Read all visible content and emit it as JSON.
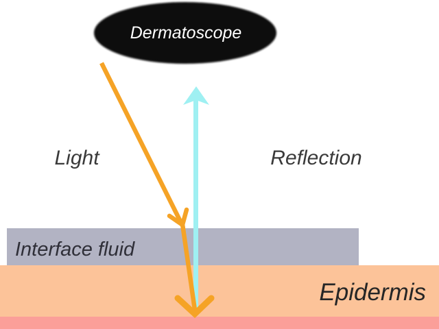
{
  "diagram": {
    "labels": {
      "dermatoscope": "Dermatoscope",
      "light": "Light",
      "reflection": "Reflection",
      "interface_fluid": "Interface fluid",
      "epidermis": "Epidermis"
    },
    "colors": {
      "background": "#FFFFFF",
      "dermatoscope_fill": "#0B0B0B",
      "dermatoscope_text": "#FFFFFF",
      "light_arrow": "#F5A326",
      "reflection_arrow": "#9FF0F2",
      "interface_fluid_band": "#B2B3C3",
      "epidermis_band": "#FCC399",
      "bottom_band": "#FB9F99",
      "light_label_text": "#3A3A3A",
      "reflection_label_text": "#3A3A3A",
      "interface_fluid_label_text": "#2F2F38",
      "epidermis_label_text": "#262626"
    }
  }
}
